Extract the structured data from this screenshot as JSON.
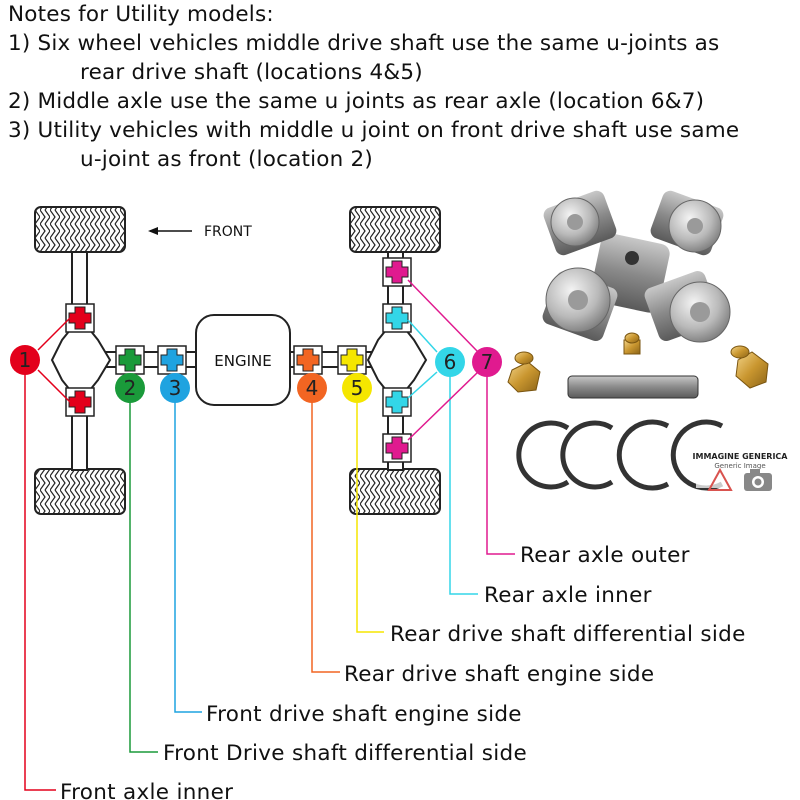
{
  "notes": {
    "title": "Notes for Utility models:",
    "items": [
      {
        "line1": "1) Six wheel vehicles middle drive shaft use the same u-joints as",
        "line2": "rear drive shaft (locations 4&5)"
      },
      {
        "line1": "2) Middle axle use the same u joints as rear axle (location 6&7)",
        "line2": ""
      },
      {
        "line1": "3) Utility vehicles with middle u joint on front drive shaft use same",
        "line2": "u-joint as front (location 2)"
      }
    ]
  },
  "diagram": {
    "front_label": "FRONT",
    "engine_label": "ENGINE"
  },
  "locations": [
    {
      "num": "1",
      "color": "#e3001b",
      "label": "Front axle inner"
    },
    {
      "num": "2",
      "color": "#1a9a3a",
      "label": "Front Drive shaft differential side"
    },
    {
      "num": "3",
      "color": "#1fa3e0",
      "label": "Front drive shaft engine side"
    },
    {
      "num": "4",
      "color": "#f26522",
      "label": "Rear drive shaft engine side"
    },
    {
      "num": "5",
      "color": "#f5e600",
      "label": "Rear drive shaft differential side"
    },
    {
      "num": "6",
      "color": "#33d6e8",
      "label": "Rear axle inner"
    },
    {
      "num": "7",
      "color": "#e01a8f",
      "label": "Rear axle outer"
    }
  ],
  "watermark": {
    "line1": "IMMAGINE GENERICA",
    "line2": "Generic Image"
  }
}
